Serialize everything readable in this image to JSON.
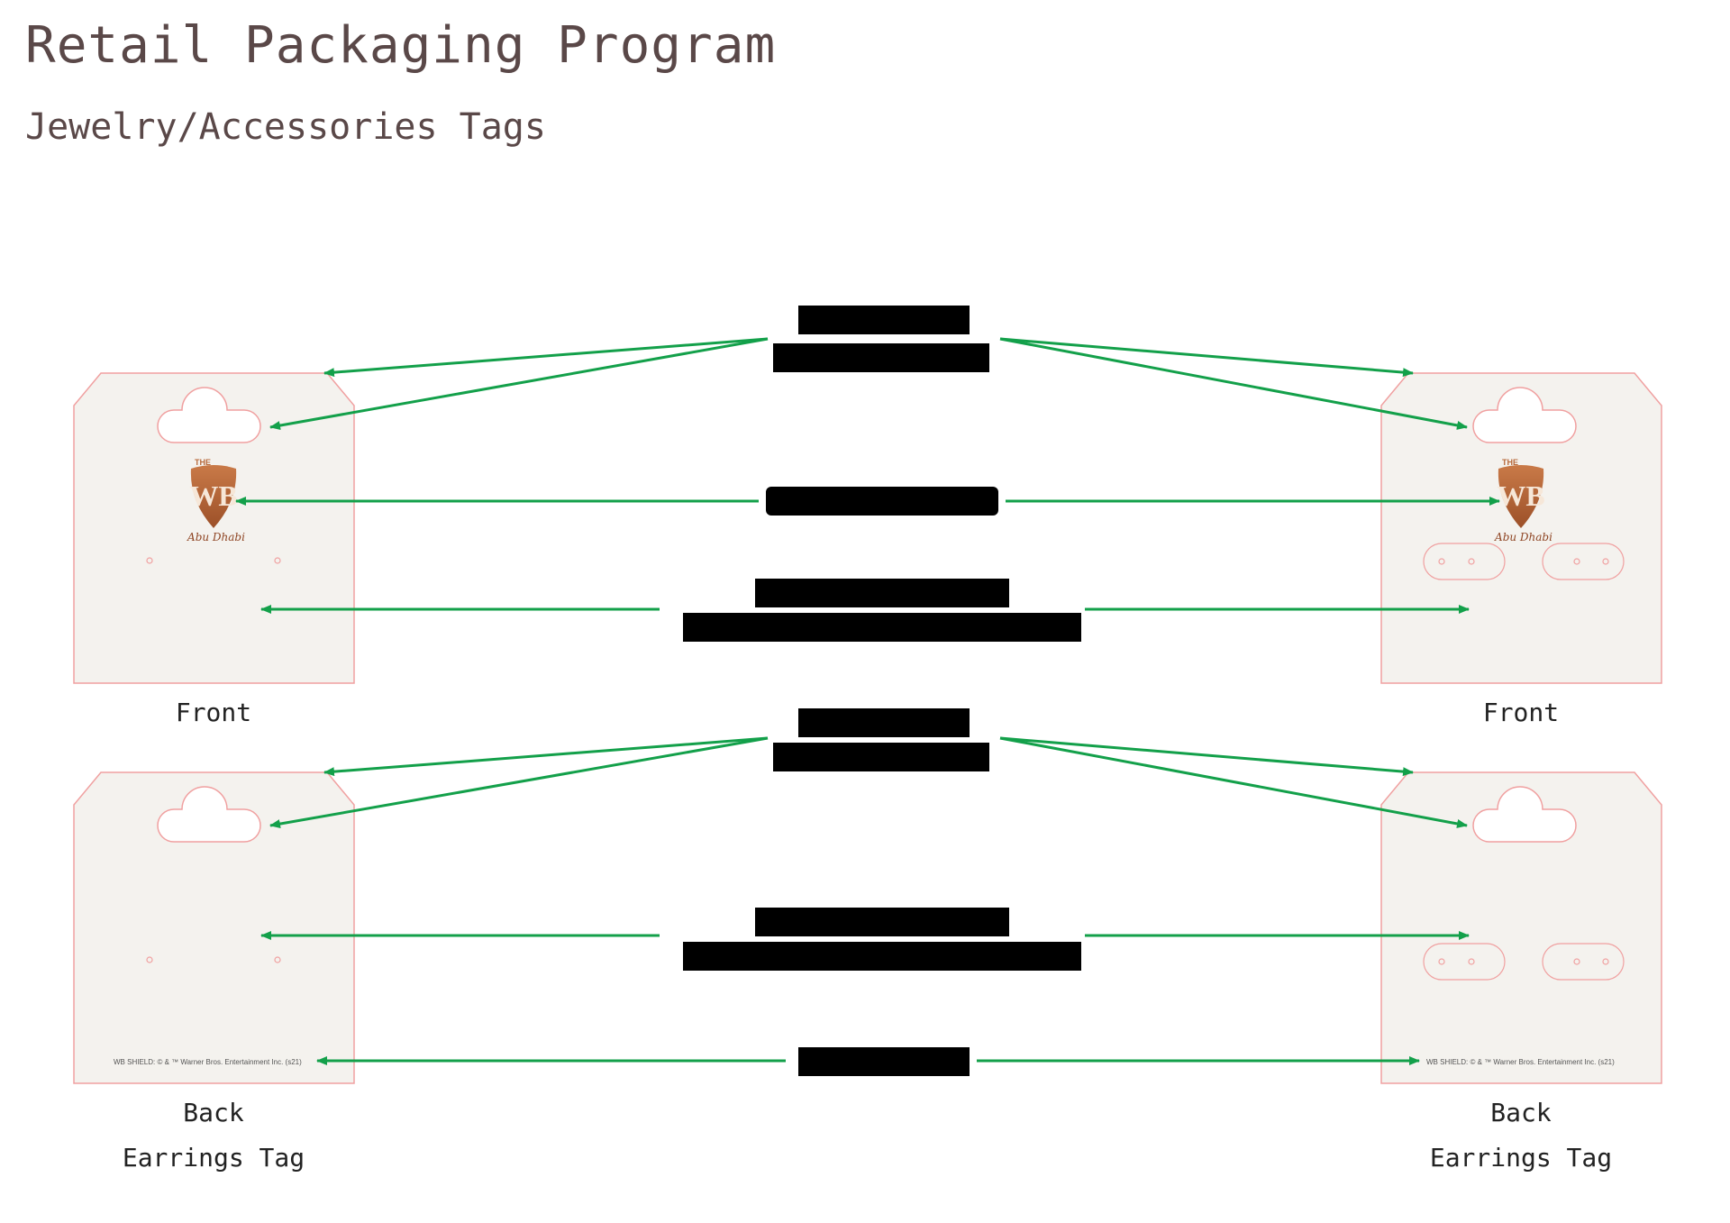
{
  "header": {
    "title": "Retail Packaging Program",
    "subtitle": "Jewelry/Accessories Tags"
  },
  "tags": [
    {
      "id": "left-front",
      "label": "Front"
    },
    {
      "id": "right-front",
      "label": "Front"
    },
    {
      "id": "left-back",
      "label": "Back",
      "label2": "Earrings Tag"
    },
    {
      "id": "right-back",
      "label": "Back",
      "label2": "Earrings Tag"
    }
  ],
  "logo": {
    "top_text": "THE",
    "initials": "WB",
    "script": "Abu Dhabi"
  },
  "legal_line": "WB SHIELD: © & ™ Warner Bros. Entertainment Inc. (s21)",
  "colors": {
    "arrow": "#13a04a",
    "tag_outline": "#f0a0a0",
    "tag_fill": "#f4f2ee",
    "logo_brown": "#b86a3c",
    "title_text": "#5a4848"
  }
}
